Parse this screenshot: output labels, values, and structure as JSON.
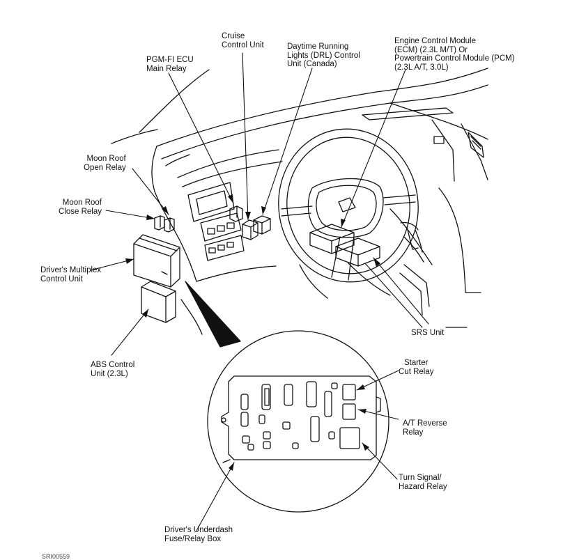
{
  "labels": {
    "cruise_control_unit": "Cruise\nControl Unit",
    "pgm_fi_main_relay": "PGM-FI ECU\nMain Relay",
    "drl_control_unit": "Daytime Running\nLights (DRL) Control\nUnit (Canada)",
    "ecm_pcm": "Engine Control Module\n(ECM) (2.3L M/T) Or\nPowertrain Control Module (PCM)\n(2.3L A/T, 3.0L)",
    "moon_roof_open_relay": "Moon Roof\nOpen Relay",
    "moon_roof_close_relay": "Moon Roof\nClose Relay",
    "drivers_multiplex_control_unit": "Driver's Multiplex\nControl Unit",
    "srs_unit": "SRS Unit",
    "abs_control_unit": "ABS Control\nUnit (2.3L)",
    "starter_cut_relay": "Starter\nCut Relay",
    "at_reverse_relay": "A/T Reverse\nRelay",
    "turn_signal_hazard_relay": "Turn Signal/\nHazard Relay",
    "underdash_fuse_relay_box": "Driver's Underdash\nFuse/Relay Box"
  },
  "figure_code": "SRI00559"
}
